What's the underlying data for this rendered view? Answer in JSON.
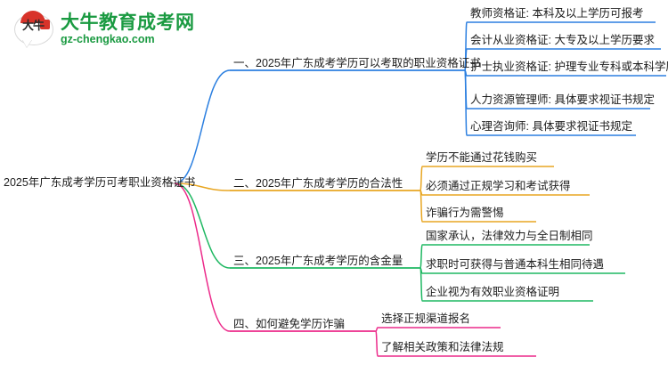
{
  "logo": {
    "mark_text": "大牛",
    "title": "大牛教育成考网",
    "url": "gz-chengkao.com",
    "brand_color": "#1a9a41",
    "accent_color": "#d8332a"
  },
  "mindmap": {
    "central_topic": "2025年广东成考学历可考职业资格证书",
    "branches": [
      {
        "label": "一、2025年广东成考学历可以考取的职业资格证书",
        "color": "#2b7fe0",
        "children": [
          "教师资格证: 本科及以上学历可报考",
          "会计从业资格证: 大专及以上学历要求",
          "护士执业资格证: 护理专业专科或本科学历",
          "人力资源管理师: 具体要求视证书规定",
          "心理咨询师: 具体要求视证书规定"
        ]
      },
      {
        "label": "二、2025年广东成考学历的合法性",
        "color": "#e8a622",
        "children": [
          "学历不能通过花钱购买",
          "必须通过正规学习和考试获得",
          "诈骗行为需警惕"
        ]
      },
      {
        "label": "三、2025年广东成考学历的含金量",
        "color": "#1fb862",
        "children": [
          "国家承认，法律效力与全日制相同",
          "求职时可获得与普通本科生相同待遇",
          "企业视为有效职业资格证明"
        ]
      },
      {
        "label": "四、如何避免学历诈骗",
        "color": "#ec2a8a",
        "children": [
          "选择正规渠道报名",
          "了解相关政策和法律法规"
        ]
      }
    ]
  }
}
